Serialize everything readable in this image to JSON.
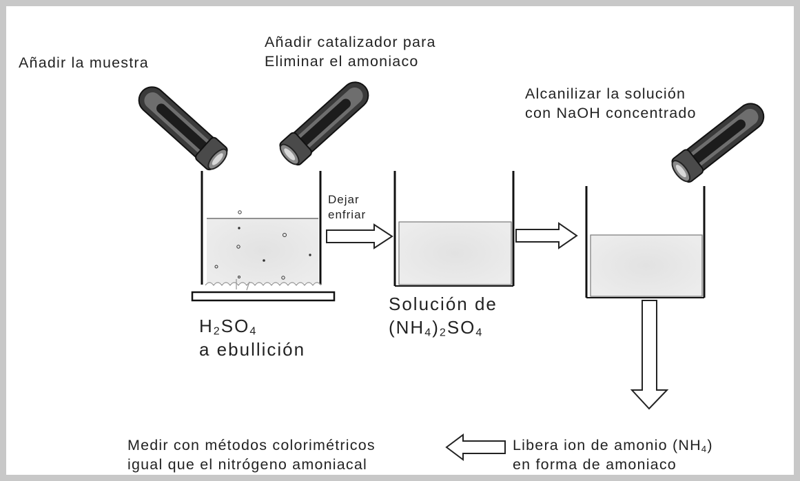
{
  "labels": {
    "add_sample": "Añadir la muestra",
    "add_catalyst_line1": "Añadir catalizador para",
    "add_catalyst_line2": "Eliminar el amoniaco",
    "alkalize_line1": "Alcanilizar la solución",
    "alkalize_line2": "con NaOH concentrado",
    "let_cool_line1": "Dejar",
    "let_cool_line2": "enfriar",
    "boiling_formula_main": "H",
    "boiling_formula_sub1": "2",
    "boiling_formula_mid": "SO",
    "boiling_formula_sub2": "4",
    "boiling_line2": "a ebullición",
    "solution_line1": "Solución de",
    "solution_formula_p1": "(NH",
    "solution_formula_sub1": "4",
    "solution_formula_p2": ")",
    "solution_formula_sub2": "2",
    "solution_formula_p3": "SO",
    "solution_formula_sub3": "4",
    "releases_line1_a": "Libera ion de amonio (NH",
    "releases_line1_sub": "4",
    "releases_line1_b": ")",
    "releases_line2": "en forma de amoniaco",
    "measure_line1": "Medir con métodos colorimétricos",
    "measure_line2": "igual que el nitrógeno amoniacal"
  },
  "colors": {
    "frame": "#c8c8c8",
    "ink": "#222222",
    "liquid": "#e6e6e6",
    "tube_dark": "#2a2a2a"
  }
}
